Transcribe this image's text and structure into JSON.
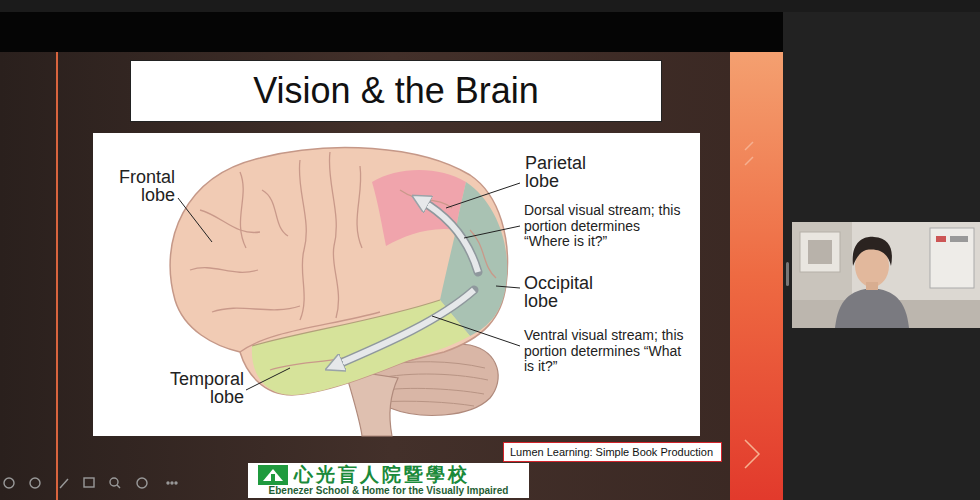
{
  "diagram": {
    "title": "Vision & the Brain",
    "nodes": [
      {
        "text": [
          "Lumen Learning: Simple Book Production"
        ]
      },
      {
        "text": [
          "心光盲人院暨學校",
          "Ebenezer School & Home for the Visually Impaired"
        ]
      }
    ],
    "labels": [
      "Frontal lobe",
      "Parietal lobe",
      "Dorsal visual stream; this portion determines “Where is it?”",
      "Occipital lobe",
      "Ventral visual stream; this portion determines “What is it?”",
      "Temporal lobe"
    ]
  }
}
